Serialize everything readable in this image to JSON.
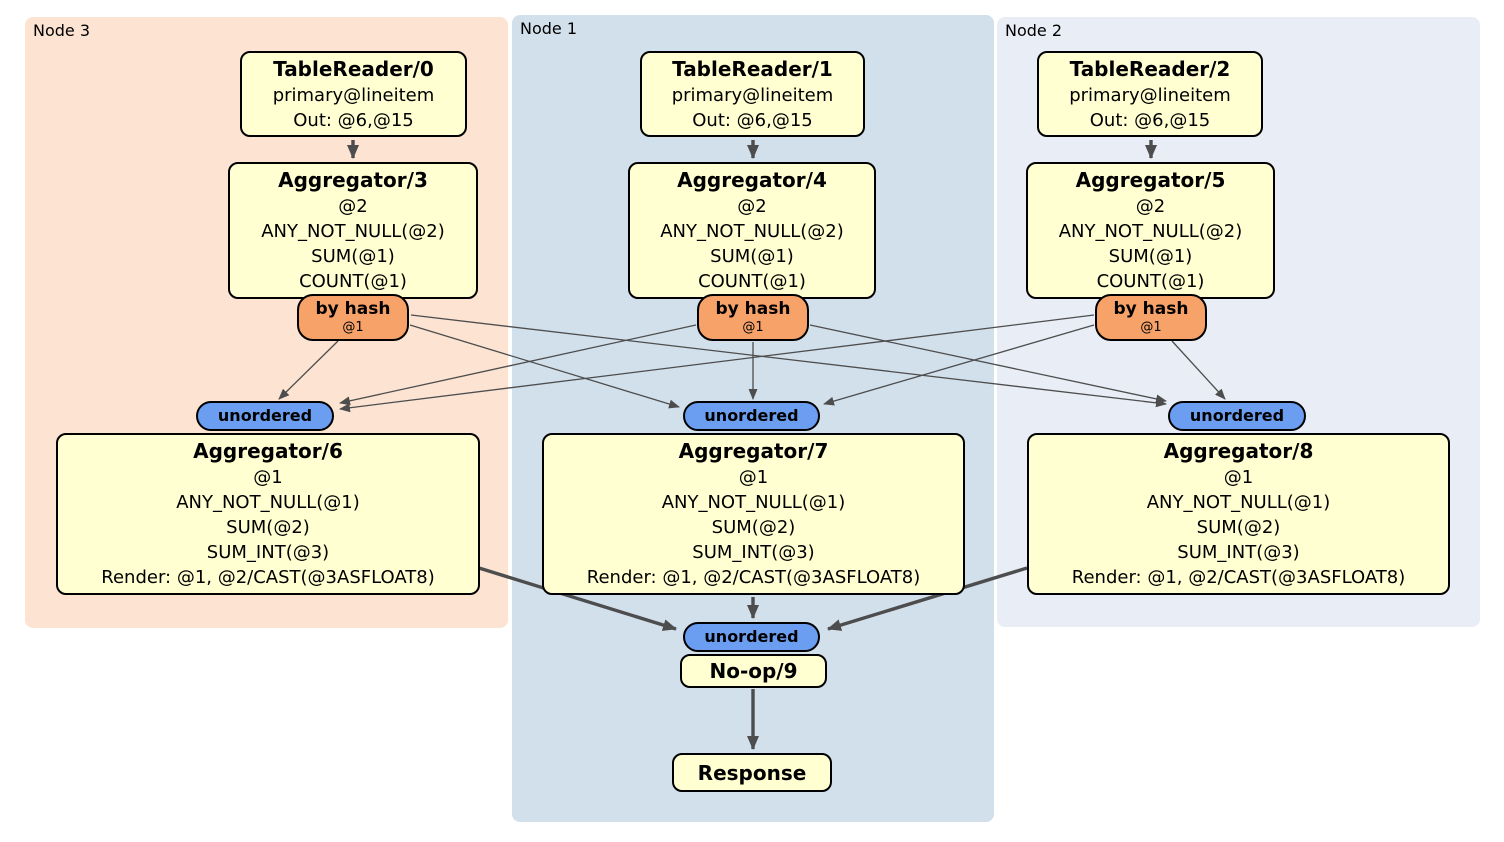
{
  "colors": {
    "node3_bg": "#fce3d2",
    "node1_bg": "#d2e0ec",
    "node2_bg": "#e9edf6",
    "box_fill": "#ffffd2",
    "router_fill": "#f7a269",
    "stream_fill": "#6b9ef0",
    "edge": "#4d4d4d"
  },
  "regions": [
    {
      "label": "Node 3"
    },
    {
      "label": "Node 1"
    },
    {
      "label": "Node 2"
    }
  ],
  "columns": [
    {
      "table_reader": {
        "title": "TableReader/0",
        "lines": [
          "primary@lineitem",
          "Out: @6,@15"
        ]
      },
      "aggregator": {
        "title": "Aggregator/3",
        "lines": [
          "@2",
          "ANY_NOT_NULL(@2)",
          "SUM(@1)",
          "COUNT(@1)"
        ]
      },
      "router": {
        "label": "by hash",
        "detail": "@1"
      },
      "stream": {
        "label": "unordered"
      },
      "final_aggregator": {
        "title": "Aggregator/6",
        "lines": [
          "@1",
          "ANY_NOT_NULL(@1)",
          "SUM(@2)",
          "SUM_INT(@3)",
          "Render: @1, @2/CAST(@3ASFLOAT8)"
        ]
      }
    },
    {
      "table_reader": {
        "title": "TableReader/1",
        "lines": [
          "primary@lineitem",
          "Out: @6,@15"
        ]
      },
      "aggregator": {
        "title": "Aggregator/4",
        "lines": [
          "@2",
          "ANY_NOT_NULL(@2)",
          "SUM(@1)",
          "COUNT(@1)"
        ]
      },
      "router": {
        "label": "by hash",
        "detail": "@1"
      },
      "stream": {
        "label": "unordered"
      },
      "final_aggregator": {
        "title": "Aggregator/7",
        "lines": [
          "@1",
          "ANY_NOT_NULL(@1)",
          "SUM(@2)",
          "SUM_INT(@3)",
          "Render: @1, @2/CAST(@3ASFLOAT8)"
        ]
      }
    },
    {
      "table_reader": {
        "title": "TableReader/2",
        "lines": [
          "primary@lineitem",
          "Out: @6,@15"
        ]
      },
      "aggregator": {
        "title": "Aggregator/5",
        "lines": [
          "@2",
          "ANY_NOT_NULL(@2)",
          "SUM(@1)",
          "COUNT(@1)"
        ]
      },
      "router": {
        "label": "by hash",
        "detail": "@1"
      },
      "stream": {
        "label": "unordered"
      },
      "final_aggregator": {
        "title": "Aggregator/8",
        "lines": [
          "@1",
          "ANY_NOT_NULL(@1)",
          "SUM(@2)",
          "SUM_INT(@3)",
          "Render: @1, @2/CAST(@3ASFLOAT8)"
        ]
      }
    }
  ],
  "sink": {
    "stream": {
      "label": "unordered"
    },
    "noop": {
      "title": "No-op/9"
    },
    "response": {
      "title": "Response"
    }
  }
}
